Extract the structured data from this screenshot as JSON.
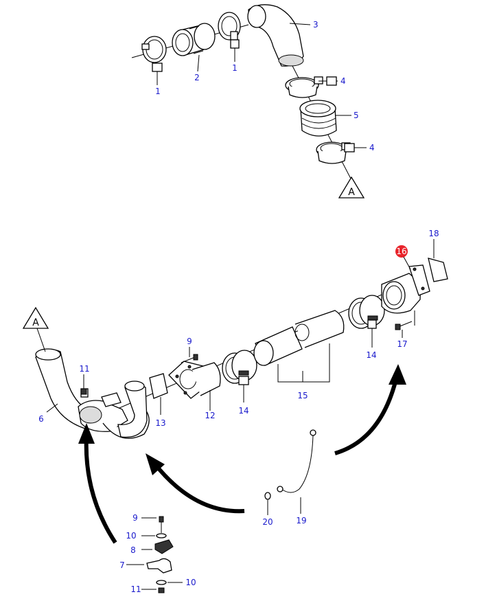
{
  "colors": {
    "callout_text": "#1a1acc",
    "highlight": "#e8232a",
    "line": "#000000"
  },
  "reference_marks": {
    "top": "A",
    "bottom_left": "A"
  },
  "callouts": {
    "c1a": "1",
    "c2": "2",
    "c1b": "1",
    "c3": "3",
    "c4a": "4",
    "c5": "5",
    "c4b": "4",
    "c18": "18",
    "c16": "16",
    "c9a": "9",
    "c11a": "11",
    "c6": "6",
    "c13": "13",
    "c12": "12",
    "c14a": "14",
    "c15": "15",
    "c14b": "14",
    "c17": "17",
    "c20": "20",
    "c19": "19",
    "c9b": "9",
    "c10a": "10",
    "c8": "8",
    "c7": "7",
    "c10b": "10",
    "c11b": "11"
  }
}
